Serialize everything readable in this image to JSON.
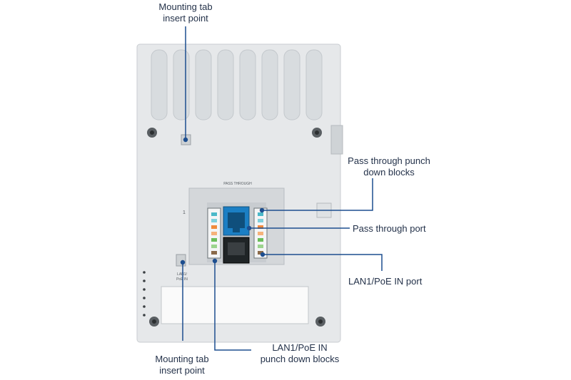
{
  "callouts": {
    "mounting_tab_top": [
      "Mounting tab",
      "insert point"
    ],
    "pass_through_punch": [
      "Pass through punch",
      "down blocks"
    ],
    "pass_through_port": "Pass through port",
    "lan1_poe_port": "LAN1/PoE IN port",
    "mounting_tab_bottom": [
      "Mounting tab",
      "insert point"
    ],
    "lan1_punch": [
      "LAN1/PoE IN",
      "punch down blocks"
    ]
  },
  "device_labels": {
    "pass_through": "PASS THROUGH",
    "lan1_poe": [
      "LAN1/",
      "PoE IN"
    ],
    "port_marker": "1"
  },
  "colors": {
    "leader_line": "#1d4e8f",
    "dot": "#1d4e8f",
    "text": "#24324a",
    "housing": "#e9ebec",
    "jack": "#1b7fc4"
  }
}
